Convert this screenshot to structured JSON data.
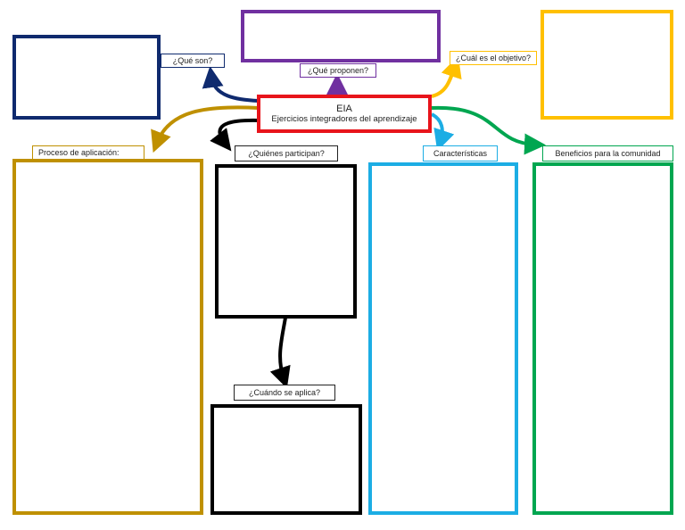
{
  "center": {
    "title": "EIA",
    "subtitle": "Ejercicios integradores del aprendizaje"
  },
  "labels": {
    "que_son": "¿Qué son?",
    "que_proponen": "¿Qué proponen?",
    "objetivo": "¿Cuál es el objetivo?",
    "proceso": "Proceso de aplicación:",
    "quienes": "¿Quiénes participan?",
    "cuando": "¿Cuándo se aplica?",
    "caracteristicas": "Características",
    "beneficios": "Beneficios para la comunidad"
  },
  "colors": {
    "navy": "#0f2a6e",
    "purple": "#7030a0",
    "yellow": "#ffc000",
    "red": "#e8141b",
    "gold": "#bf9000",
    "black": "#000000",
    "blue": "#1cade4",
    "green": "#00a650"
  }
}
